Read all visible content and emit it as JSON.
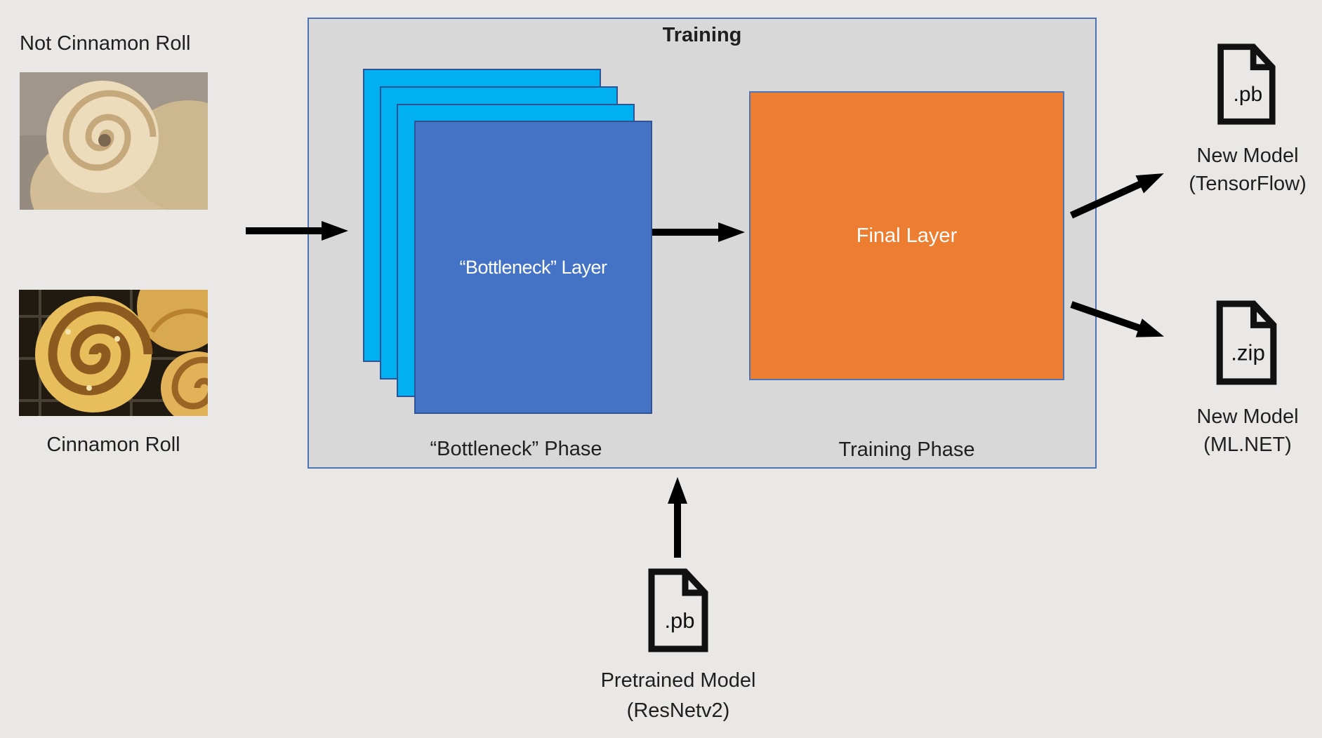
{
  "diagram": {
    "training_title": "Training",
    "inputs": {
      "not_cinnamon_label": "Not Cinnamon Roll",
      "cinnamon_label": "Cinnamon Roll"
    },
    "bottleneck": {
      "layer_label": "“Bottleneck” Layer",
      "phase_label": "“Bottleneck” Phase"
    },
    "final": {
      "layer_label": "Final Layer",
      "phase_label": "Training Phase"
    },
    "pretrained": {
      "file_ext": ".pb",
      "name_line1": "Pretrained Model",
      "name_line2": "(ResNetv2)"
    },
    "outputs": {
      "tensorflow": {
        "file_ext": ".pb",
        "name_line1": "New Model",
        "name_line2": "(TensorFlow)"
      },
      "mlnet": {
        "file_ext": ".zip",
        "name_line1": "New Model",
        "name_line2": "(ML.NET)"
      }
    },
    "colors": {
      "page_bg": "#e9e8e7",
      "training_box_bg": "#d8d8d8",
      "training_box_border": "#4e74b4",
      "bottleneck_back_fill": "#00b0f0",
      "bottleneck_front_fill": "#4472c4",
      "layer_border": "#2f5496",
      "final_layer_fill": "#ed7d31",
      "arrow": "#000000",
      "text": "#1f1f1f"
    }
  }
}
